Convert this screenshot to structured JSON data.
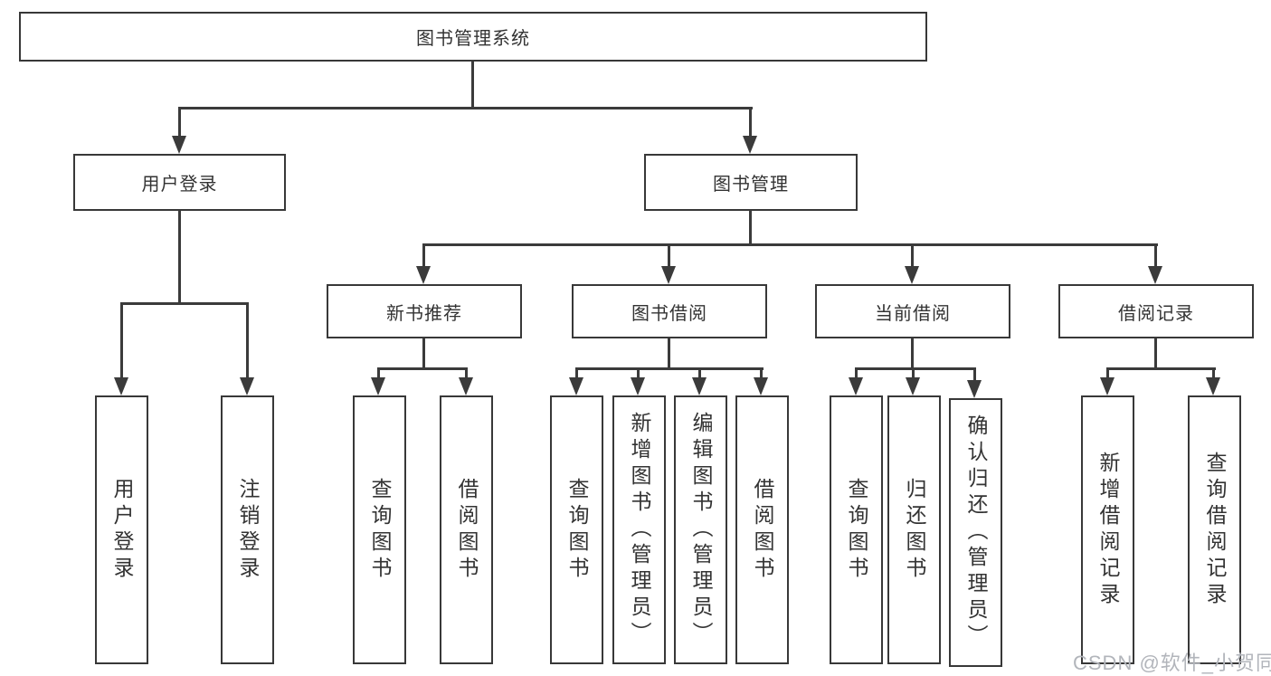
{
  "diagram": {
    "root": {
      "label": "图书管理系统"
    },
    "branches": [
      {
        "label": "用户登录",
        "children": [
          {
            "label": "用户登录"
          },
          {
            "label": "注销登录"
          }
        ]
      },
      {
        "label": "图书管理",
        "modules": [
          {
            "label": "新书推荐",
            "children": [
              {
                "label": "查询图书"
              },
              {
                "label": "借阅图书"
              }
            ]
          },
          {
            "label": "图书借阅",
            "children": [
              {
                "label": "查询图书"
              },
              {
                "label": "新增图书（管理员）"
              },
              {
                "label": "编辑图书（管理员）"
              },
              {
                "label": "借阅图书"
              }
            ]
          },
          {
            "label": "当前借阅",
            "children": [
              {
                "label": "查询图书"
              },
              {
                "label": "归还图书"
              },
              {
                "label": "确认归还（管理员）"
              }
            ]
          },
          {
            "label": "借阅记录",
            "children": [
              {
                "label": "新增借阅记录"
              },
              {
                "label": "查询借阅记录"
              }
            ]
          }
        ]
      }
    ]
  },
  "watermark": {
    "text": "CSDN @软件_小贺同学"
  },
  "colors": {
    "line": "#3b3b3b",
    "text": "#333333",
    "background": "#ffffff",
    "watermark": "#b2b5bb"
  }
}
